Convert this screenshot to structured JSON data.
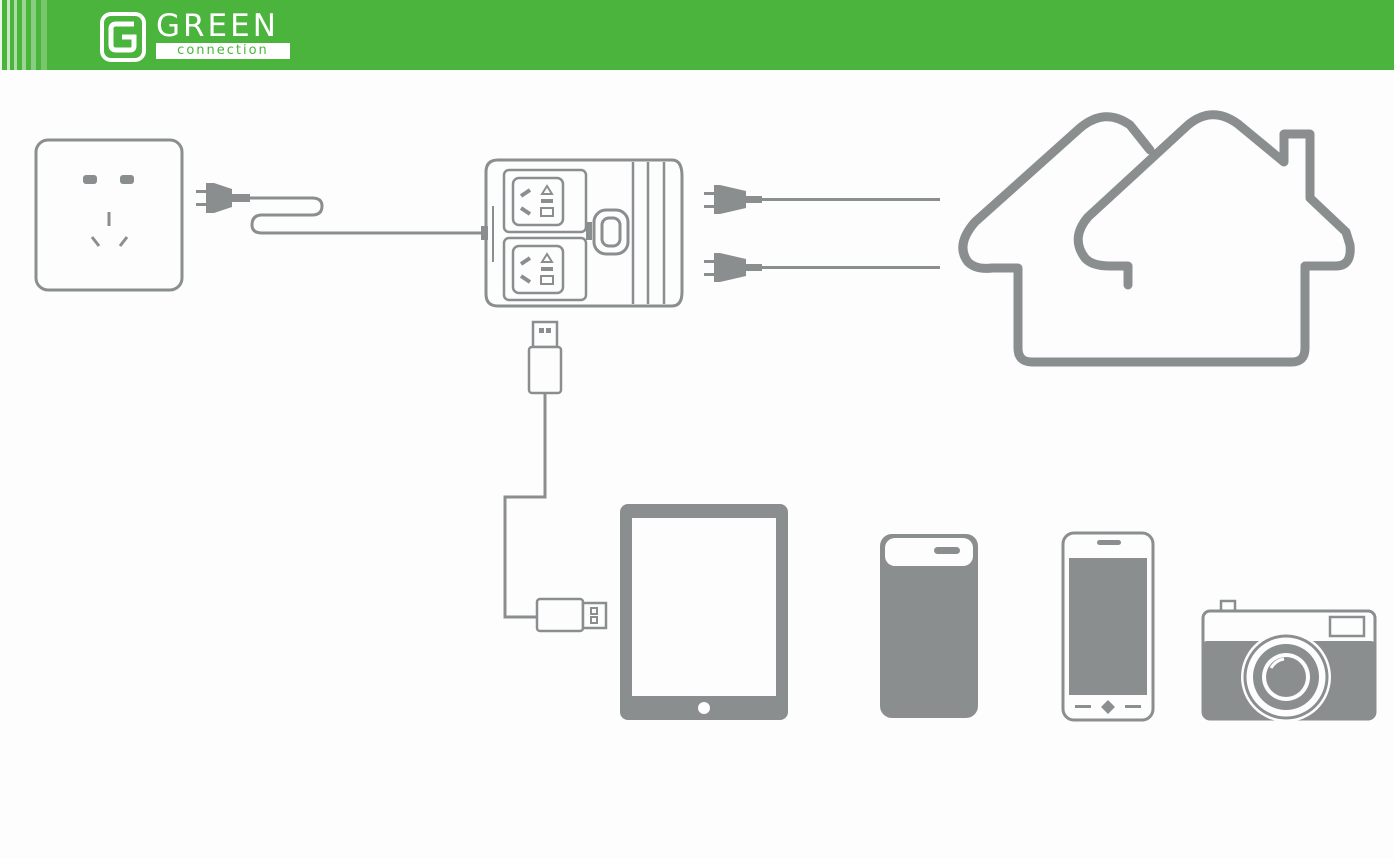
{
  "header": {
    "brand": "GREEN",
    "tagline": "connection"
  },
  "colors": {
    "header_bg": "#4bb43c",
    "icon_gray": "#8b8e8f",
    "white": "#ffffff"
  },
  "icons": {
    "logo": "green-connection-logo",
    "wall_outlet": "wall-socket-icon",
    "strip": "power-strip-icon",
    "house": "house-icon",
    "tablet": "tablet-icon",
    "power_bank": "power-bank-icon",
    "phone": "smartphone-icon",
    "camera": "camera-icon"
  }
}
